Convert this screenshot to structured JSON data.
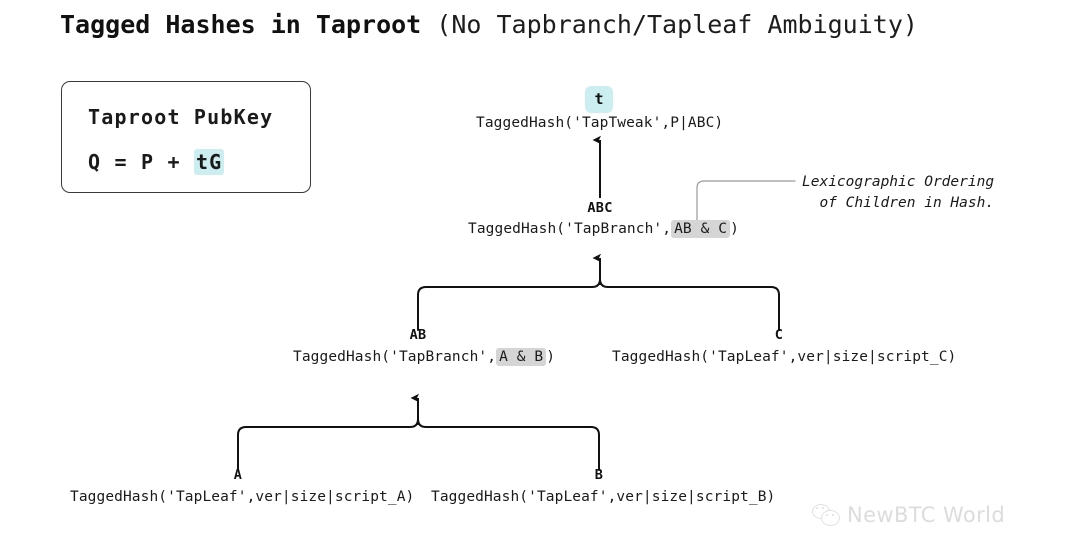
{
  "title": {
    "strong": "Tagged Hashes in Taproot",
    "plain": " (No Tapbranch/Tapleaf Ambiguity)"
  },
  "pubkey_box": {
    "heading": "Taproot PubKey",
    "formula_prefix": "Q = P + ",
    "formula_highlight": "tG"
  },
  "tree": {
    "tweak": {
      "badge": "t",
      "expr": "TaggedHash('TapTweak',P|ABC)"
    },
    "abc": {
      "label": "ABC",
      "expr_prefix": "TaggedHash('TapBranch',",
      "expr_highlight": "AB & C",
      "expr_suffix": ")"
    },
    "ab": {
      "label": "AB",
      "expr_prefix": "TaggedHash('TapBranch',",
      "expr_highlight": "A & B",
      "expr_suffix": ")"
    },
    "c": {
      "label": "C",
      "expr": "TaggedHash('TapLeaf',ver|size|script_C)"
    },
    "a": {
      "label": "A",
      "expr": "TaggedHash('TapLeaf',ver|size|script_A)"
    },
    "b": {
      "label": "B",
      "expr": "TaggedHash('TapLeaf',ver|size|script_B)"
    }
  },
  "annotation": {
    "line1": "Lexicographic Ordering",
    "line2": "of Children in Hash."
  },
  "watermark": {
    "text": "NewBTC World"
  },
  "colors": {
    "highlight_cyan": "#cdeef0",
    "highlight_gray": "#d5d5d5",
    "line": "#111111",
    "leader_line": "#9a9a9a",
    "background": "#ffffff",
    "text": "#1a1a1a"
  },
  "chart_data": {
    "type": "diagram",
    "title": "Tagged Hashes in Taproot (No Tapbranch/Tapleaf Ambiguity)",
    "nodes": [
      {
        "id": "t",
        "label": "t",
        "expr": "TaggedHash('TapTweak',P|ABC)",
        "level": 0
      },
      {
        "id": "ABC",
        "label": "ABC",
        "expr": "TaggedHash('TapBranch',AB & C)",
        "level": 1
      },
      {
        "id": "AB",
        "label": "AB",
        "expr": "TaggedHash('TapBranch',A & B)",
        "level": 2
      },
      {
        "id": "C",
        "label": "C",
        "expr": "TaggedHash('TapLeaf',ver|size|script_C)",
        "level": 2
      },
      {
        "id": "A",
        "label": "A",
        "expr": "TaggedHash('TapLeaf',ver|size|script_A)",
        "level": 3
      },
      {
        "id": "B",
        "label": "B",
        "expr": "TaggedHash('TapLeaf',ver|size|script_B)",
        "level": 3
      }
    ],
    "edges": [
      {
        "from": "ABC",
        "to": "t"
      },
      {
        "from": "AB",
        "to": "ABC"
      },
      {
        "from": "C",
        "to": "ABC"
      },
      {
        "from": "A",
        "to": "AB"
      },
      {
        "from": "B",
        "to": "AB"
      }
    ]
  }
}
